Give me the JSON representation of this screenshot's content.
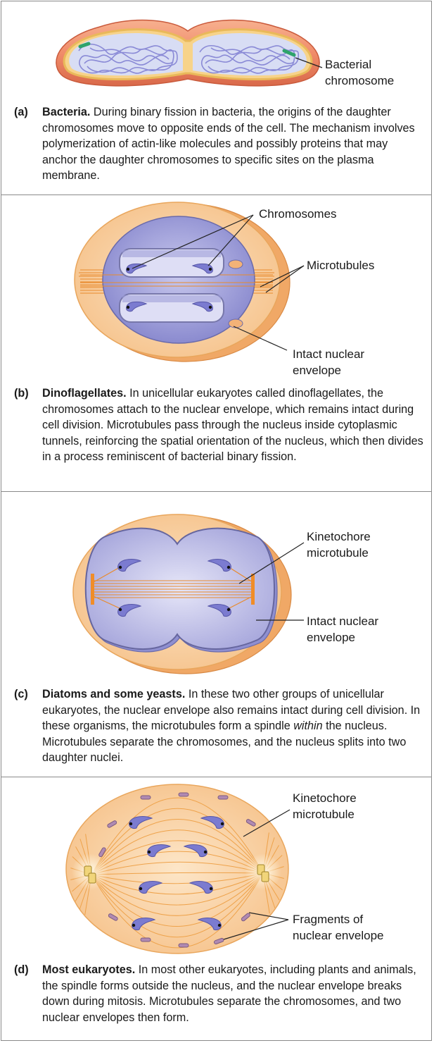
{
  "colors": {
    "cell_fill": "#f9c98f",
    "cell_edge": "#e9a65c",
    "nucleus": "#9a9ad6",
    "chromosome": "#7f7fd0",
    "microtubule": "#f29330",
    "centromere": "#111111",
    "frame": "#8a8a8a"
  },
  "panels": [
    {
      "id": "a",
      "labels": {
        "bacterial_chromosome": "Bacterial\nchromosome"
      },
      "caption": {
        "tag": "(a)",
        "lead": "Bacteria.",
        "text": "During binary fission in bacteria, the origins of the daughter chromosomes move to opposite ends of the cell. The mechanism involves polymerization of actin-like molecules and possibly proteins that may anchor the daughter chromosomes to specific sites on the plasma membrane."
      }
    },
    {
      "id": "b",
      "labels": {
        "chromosomes": "Chromosomes",
        "microtubules": "Microtubules",
        "intact_nuclear_envelope": "Intact nuclear\nenvelope"
      },
      "caption": {
        "tag": "(b)",
        "lead": "Dinoflagellates.",
        "text": "In unicellular eukaryotes called dinoflagellates, the chromosomes attach to the nuclear envelope, which remains intact during cell division. Microtubules pass through the nucleus inside cytoplasmic tunnels, reinforcing the spatial orientation of the nucleus, which then divides in a process reminiscent of bacterial binary fission."
      }
    },
    {
      "id": "c",
      "labels": {
        "kinetochore_microtubule": "Kinetochore\nmicrotubule",
        "intact_nuclear_envelope": "Intact nuclear\nenvelope"
      },
      "caption": {
        "tag": "(c)",
        "lead": "Diatoms and some yeasts.",
        "text_before": "In these two other groups of unicellular eukaryotes, the nuclear envelope also remains intact during cell division. In these organisms, the microtubules form a spindle",
        "text_em": "within",
        "text_after": "the nucleus. Microtubules separate the chromosomes, and the nucleus splits into two daughter nuclei."
      }
    },
    {
      "id": "d",
      "labels": {
        "kinetochore_microtubule": "Kinetochore\nmicrotubule",
        "fragments": "Fragments of\nnuclear envelope"
      },
      "caption": {
        "tag": "(d)",
        "lead": "Most eukaryotes.",
        "text": "In most other eukaryotes, including plants and animals, the spindle forms outside the nucleus, and the nuclear envelope breaks down during mitosis. Microtubules separate the chromosomes, and two nuclear envelopes then form."
      }
    }
  ]
}
